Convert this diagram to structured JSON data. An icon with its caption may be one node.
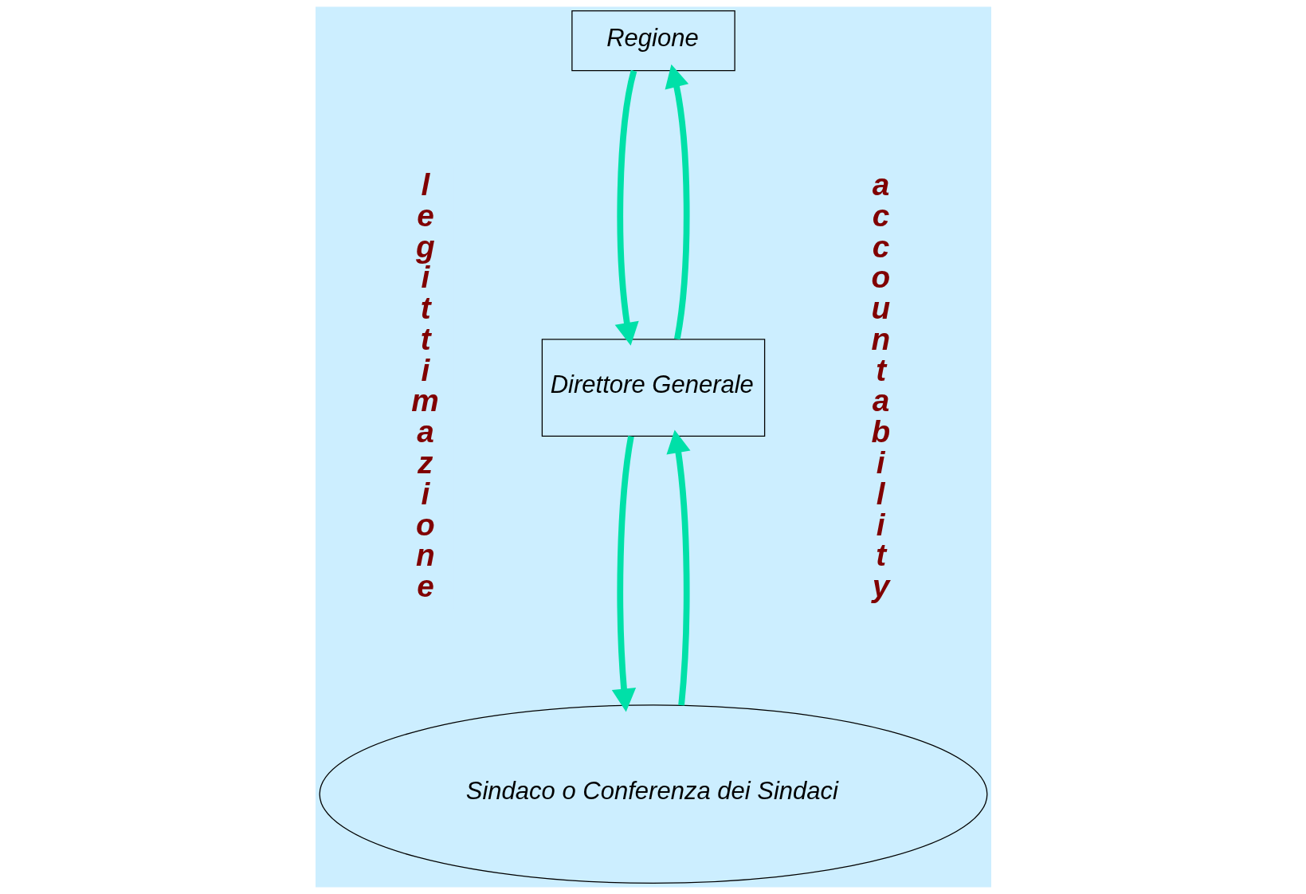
{
  "diagram": {
    "nodes": [
      {
        "text": [
          "Regione"
        ]
      },
      {
        "text": [
          "Direttore Generale"
        ]
      },
      {
        "text": [
          "Sindaco o Conferenza dei Sindaci"
        ]
      }
    ],
    "edges": [
      {
        "from": 0,
        "to": 1,
        "arrow": "to"
      },
      {
        "from": 1,
        "to": 0,
        "arrow": "to"
      },
      {
        "from": 2,
        "to": 1,
        "arrow": "to"
      },
      {
        "from": 1,
        "to": 2,
        "arrow": "to"
      }
    ],
    "labels": [
      "legittimazione",
      "accountability"
    ]
  }
}
